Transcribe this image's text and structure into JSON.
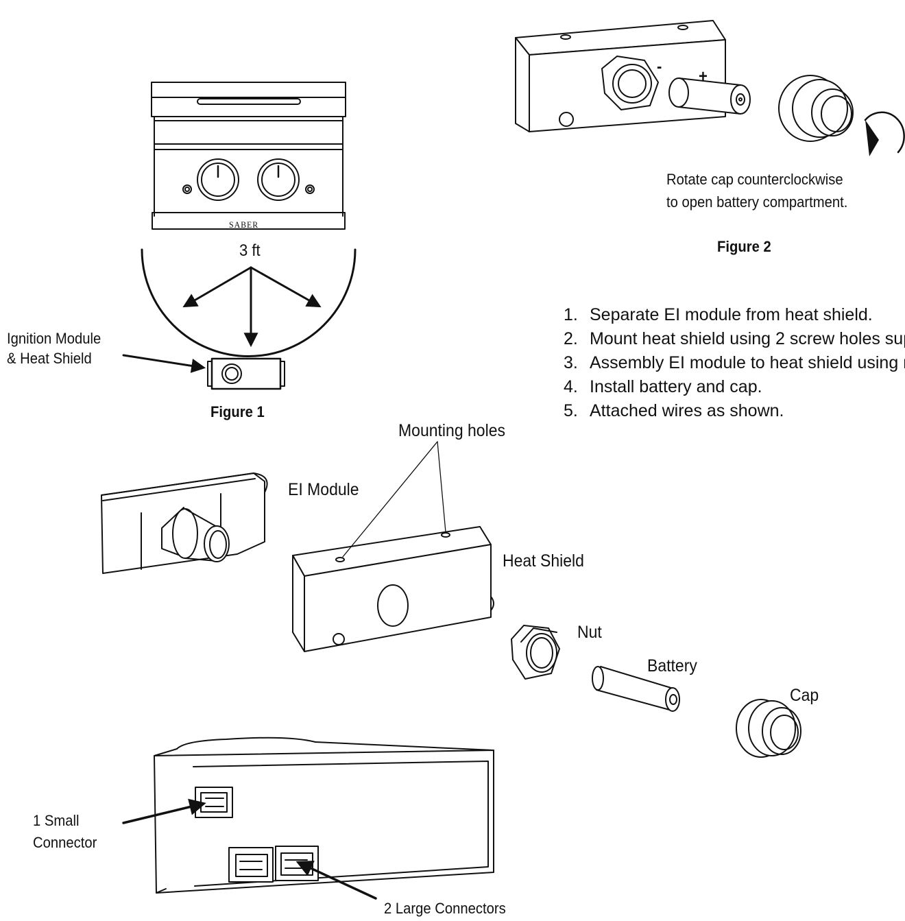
{
  "figure1": {
    "caption": "Figure 1",
    "distance_label": "3 ft",
    "brand_text": "SABER",
    "module_label_line1": "Ignition Module",
    "module_label_line2": "& Heat Shield"
  },
  "figure2": {
    "caption": "Figure 2",
    "instruction_line1": "Rotate cap counterclockwise",
    "instruction_line2": "to open battery compartment.",
    "minus_sign": "-",
    "plus_sign": "+"
  },
  "steps": [
    {
      "num": "1.",
      "text": "Separate EI module from heat shield."
    },
    {
      "num": "2.",
      "text": "Mount heat shield using 2 screw holes sup"
    },
    {
      "num": "3.",
      "text": "Assembly EI module to heat shield using n"
    },
    {
      "num": "4.",
      "text": "Install battery and cap."
    },
    {
      "num": "5.",
      "text": "Attached wires as shown."
    }
  ],
  "exploded": {
    "mounting_holes": "Mounting holes",
    "ei_module": "EI Module",
    "heat_shield": "Heat Shield",
    "nut": "Nut",
    "battery": "Battery",
    "cap": "Cap"
  },
  "connectors": {
    "small_line1": "1 Small",
    "small_line2": "Connector",
    "large": "2 Large Connectors"
  },
  "colors": {
    "ink": "#111111",
    "background": "#ffffff"
  }
}
